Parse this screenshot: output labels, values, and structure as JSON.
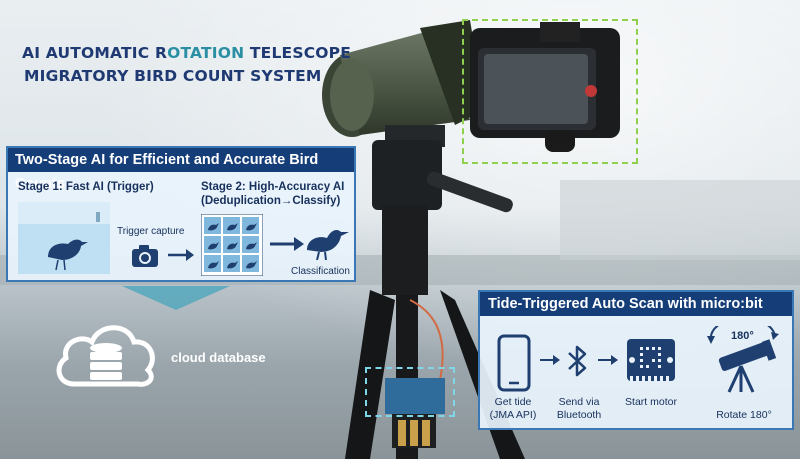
{
  "title": {
    "line1_a": "AI AUTOMATIC R",
    "line1_b": "OTATION",
    "line1_c": " TELESCOPE",
    "line2": "MIGRATORY BIRD COUNT SYSTEM"
  },
  "two_stage": {
    "heading": "Two-Stage AI for Efficient and Accurate Bird Counts",
    "stage1": "Stage 1: Fast AI (Trigger)",
    "stage2_line1": "Stage 2: High-Accuracy AI",
    "stage2_line2": "(Deduplication→Classify)",
    "trigger_capture": "Trigger capture",
    "classification": "Classification"
  },
  "cloud": {
    "label": "cloud database"
  },
  "tide": {
    "heading": "Tide-Triggered Auto Scan with micro:bit",
    "step1_line1": "Get tide",
    "step1_line2": "(JMA API)",
    "step2_line1": "Send via",
    "step2_line2": "Bluetooth",
    "step3": "Start motor",
    "step4": "Rotate 180°",
    "rotation_badge": "180°"
  },
  "colors": {
    "navy": "#153d77",
    "title": "#1f3a73",
    "accent": "#2a8fa3",
    "phone_box": "#8fd14f",
    "microbit_box": "#7fd6e6"
  },
  "icons": [
    "camera-icon",
    "bird-icon",
    "phone-icon",
    "bluetooth-icon",
    "microbit-icon",
    "telescope-icon",
    "cloud-database-icon",
    "arrow-right-icon",
    "arrow-down-icon"
  ]
}
